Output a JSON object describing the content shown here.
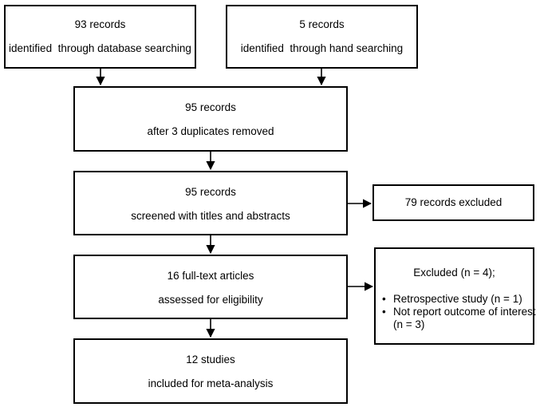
{
  "boxes": {
    "database": {
      "line1": "93 records",
      "line2": "identified  through database searching"
    },
    "hand": {
      "line1": "5 records",
      "line2": "identified  through hand searching"
    },
    "after_duplicates": {
      "line1": "95 records",
      "line2": "after 3 duplicates removed"
    },
    "screened": {
      "line1": "95 records",
      "line2": "screened with titles and abstracts"
    },
    "excluded_screen": {
      "line1": "79 records excluded"
    },
    "fulltext": {
      "line1": "16 full-text articles",
      "line2": "assessed for eligibility"
    },
    "excluded_fulltext": {
      "title": "Excluded (n = 4);",
      "items": [
        {
          "bullet": "•",
          "line1": "Retrospective study (n = 1)"
        },
        {
          "bullet": "•",
          "line1": "Not report outcome of interest",
          "line2": "(n = 3)"
        }
      ]
    },
    "included": {
      "line1": "12 studies",
      "line2": "included for meta-analysis"
    }
  }
}
